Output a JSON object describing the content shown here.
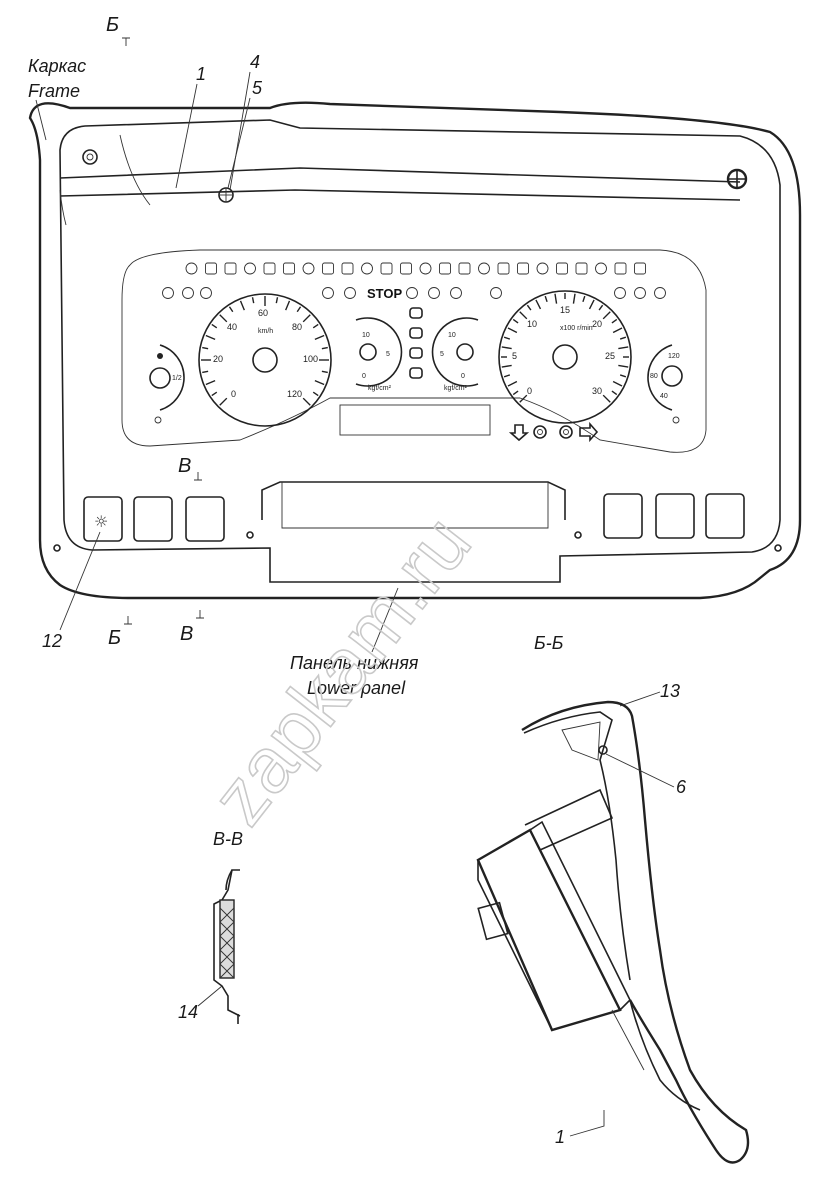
{
  "labels": {
    "section_b_top": "Б",
    "frame_ru": "Каркас",
    "frame_en": "Frame",
    "callout_1_top": "1",
    "callout_4": "4",
    "callout_5": "5",
    "section_v_mid": "В",
    "callout_12": "12",
    "section_b_bottom": "Б",
    "section_v_bottom": "В",
    "lower_panel_ru": "Панель нижняя",
    "lower_panel_en": "Lower panel",
    "section_bb": "Б-Б",
    "callout_13": "13",
    "callout_6": "6",
    "section_vv": "В-В",
    "callout_14": "14",
    "callout_1_bottom": "1"
  },
  "cluster": {
    "stop_text": "STOP",
    "speedo_ticks": [
      "0",
      "20",
      "40",
      "60",
      "80",
      "100",
      "120"
    ],
    "speedo_unit": "km/h",
    "tacho_ticks": [
      "0",
      "5",
      "10",
      "15",
      "20",
      "25",
      "30"
    ],
    "tacho_unit": "x100 r/min",
    "fuel_ticks": [
      "1/2"
    ],
    "temp_ticks": [
      "120",
      "80",
      "40"
    ],
    "pressure_left_ticks": [
      "10",
      "5",
      "0"
    ],
    "pressure_right_ticks": [
      "10",
      "5",
      "0"
    ],
    "pressure_unit": "kgf/cm²"
  },
  "watermark": "zapkam.ru"
}
